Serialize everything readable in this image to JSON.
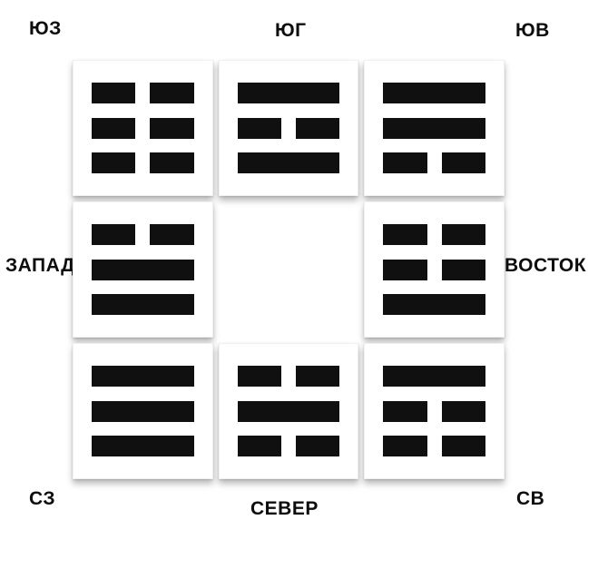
{
  "background": "#ffffff",
  "colors": {
    "ink": "#111111",
    "card": "#ffffff"
  },
  "direction_labels": {
    "sw": "ЮЗ",
    "s": "ЮГ",
    "se": "ЮВ",
    "w": "ЗАПАД",
    "e": "ВОСТОК",
    "nw": "СЗ",
    "n": "СЕВЕР",
    "ne": "СВ"
  },
  "cells": [
    {
      "grid_position": "top-left",
      "direction_label": "ЮЗ",
      "trigram": "kun",
      "lines": [
        "broken",
        "broken",
        "broken"
      ]
    },
    {
      "grid_position": "top-center",
      "direction_label": "ЮГ",
      "trigram": "li",
      "lines": [
        "solid",
        "broken",
        "solid"
      ]
    },
    {
      "grid_position": "top-right",
      "direction_label": "ЮВ",
      "trigram": "xun",
      "lines": [
        "solid",
        "solid",
        "broken"
      ]
    },
    {
      "grid_position": "middle-left",
      "direction_label": "ЗАПАД",
      "trigram": "dui",
      "lines": [
        "broken",
        "solid",
        "solid"
      ]
    },
    {
      "grid_position": "center",
      "direction_label": "",
      "trigram": "",
      "lines": []
    },
    {
      "grid_position": "middle-right",
      "direction_label": "ВОСТОК",
      "trigram": "zhen",
      "lines": [
        "broken",
        "broken",
        "solid"
      ]
    },
    {
      "grid_position": "bottom-left",
      "direction_label": "СЗ",
      "trigram": "qian",
      "lines": [
        "solid",
        "solid",
        "solid"
      ]
    },
    {
      "grid_position": "bottom-center",
      "direction_label": "СЕВЕР",
      "trigram": "kan",
      "lines": [
        "broken",
        "solid",
        "broken"
      ]
    },
    {
      "grid_position": "bottom-right",
      "direction_label": "СВ",
      "trigram": "gen",
      "lines": [
        "solid",
        "broken",
        "broken"
      ]
    }
  ]
}
